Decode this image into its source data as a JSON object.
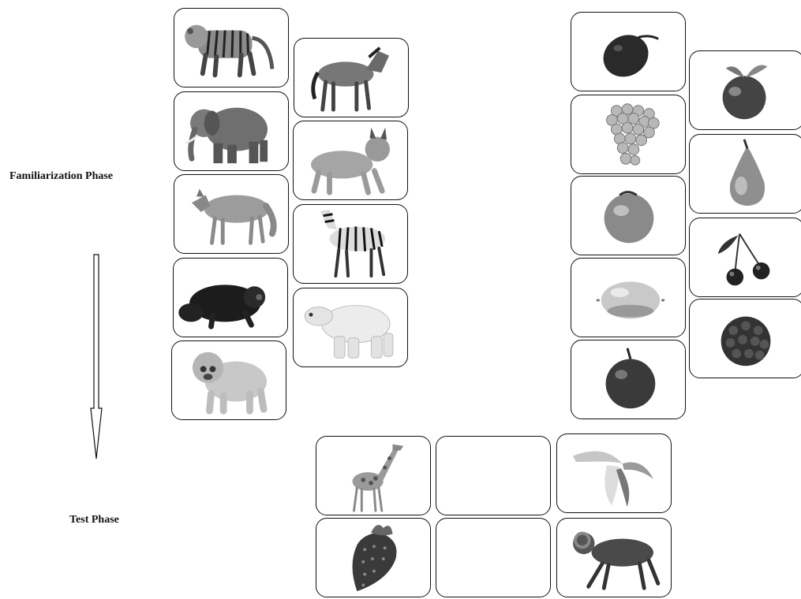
{
  "labels": {
    "familiarization": "Familiarization Phase",
    "test": "Test Phase"
  },
  "familiarization": {
    "animals": [
      "tiger",
      "horse",
      "elephant",
      "lynx",
      "wolf",
      "zebra",
      "wolverine",
      "polar-bear",
      "chow-chow"
    ],
    "fruits": [
      "plum",
      "apple",
      "grapes",
      "pear",
      "peach",
      "cherries",
      "lemon",
      "raspberry",
      "red-apple"
    ]
  },
  "test": {
    "top_row": [
      "giraffe",
      "empty",
      "banana"
    ],
    "bottom_row": [
      "strawberry",
      "empty",
      "ram"
    ]
  }
}
